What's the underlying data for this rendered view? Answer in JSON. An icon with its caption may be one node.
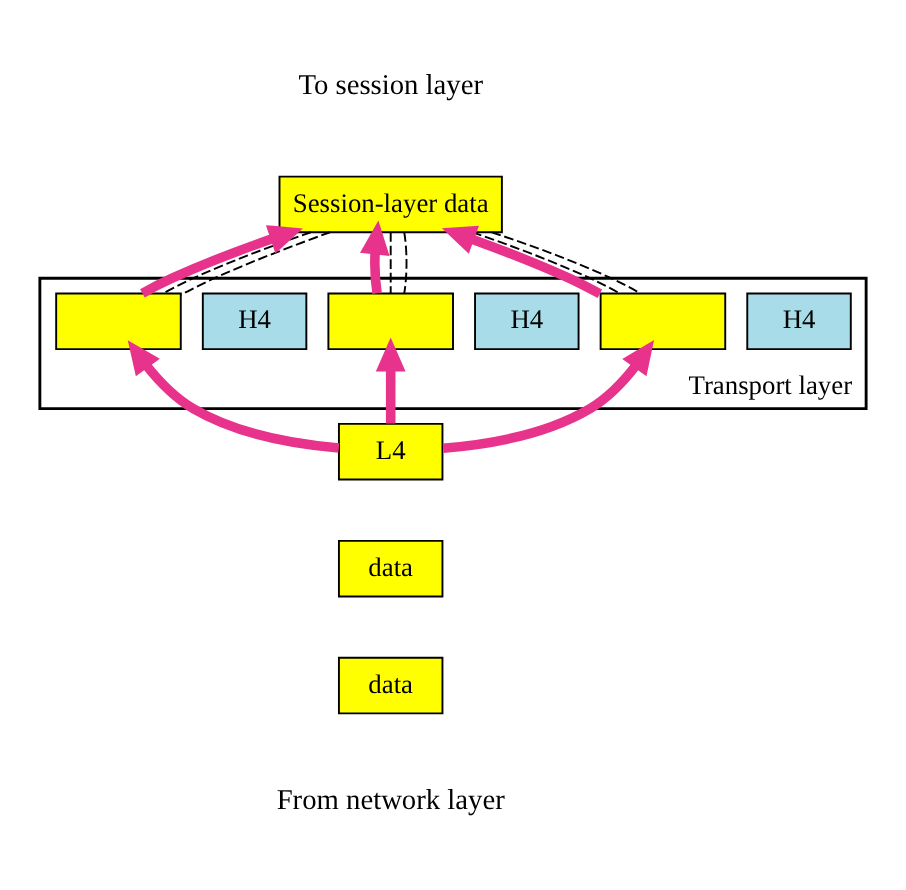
{
  "diagram": {
    "nodes": [
      {
        "text": [
          "Session-layer data"
        ]
      },
      {
        "text": [
          "Transport layer"
        ]
      },
      {
        "text": [],
        "shape": "box",
        "in": 1
      },
      {
        "text": [
          "H4"
        ],
        "in": 1
      },
      {
        "text": [],
        "shape": "box",
        "in": 1
      },
      {
        "text": [
          "H4"
        ],
        "in": 1
      },
      {
        "text": [],
        "shape": "box",
        "in": 1
      },
      {
        "text": [
          "H4"
        ],
        "in": 1
      },
      {
        "text": [
          "L4"
        ]
      },
      {
        "text": [
          "data"
        ]
      },
      {
        "text": [
          "data"
        ]
      }
    ],
    "edges": [
      {
        "from": 0,
        "to": 2,
        "arrow": "none",
        "style": "dashed"
      },
      {
        "from": 0,
        "to": 2,
        "arrow": "none",
        "style": "dashed"
      },
      {
        "from": 0,
        "to": 4,
        "arrow": "none",
        "style": "dashed"
      },
      {
        "from": 0,
        "to": 4,
        "arrow": "none",
        "style": "dashed"
      },
      {
        "from": 0,
        "to": 6,
        "arrow": "none",
        "style": "dashed"
      },
      {
        "from": 0,
        "to": 6,
        "arrow": "none",
        "style": "dashed"
      },
      {
        "from": 2,
        "to": 0,
        "arrow": "to",
        "style": "thick",
        "color": "#e8338c"
      },
      {
        "from": 4,
        "to": 0,
        "arrow": "to",
        "style": "thick",
        "color": "#e8338c"
      },
      {
        "from": 6,
        "to": 0,
        "arrow": "to",
        "style": "thick",
        "color": "#e8338c"
      },
      {
        "from": 8,
        "to": 2,
        "arrow": "to",
        "style": "thick",
        "color": "#e8338c"
      },
      {
        "from": 8,
        "to": 4,
        "arrow": "to",
        "style": "thick",
        "color": "#e8338c"
      },
      {
        "from": 8,
        "to": 6,
        "arrow": "to",
        "style": "thick",
        "color": "#e8338c"
      }
    ],
    "labels": [
      "To session layer",
      "From network layer"
    ]
  }
}
